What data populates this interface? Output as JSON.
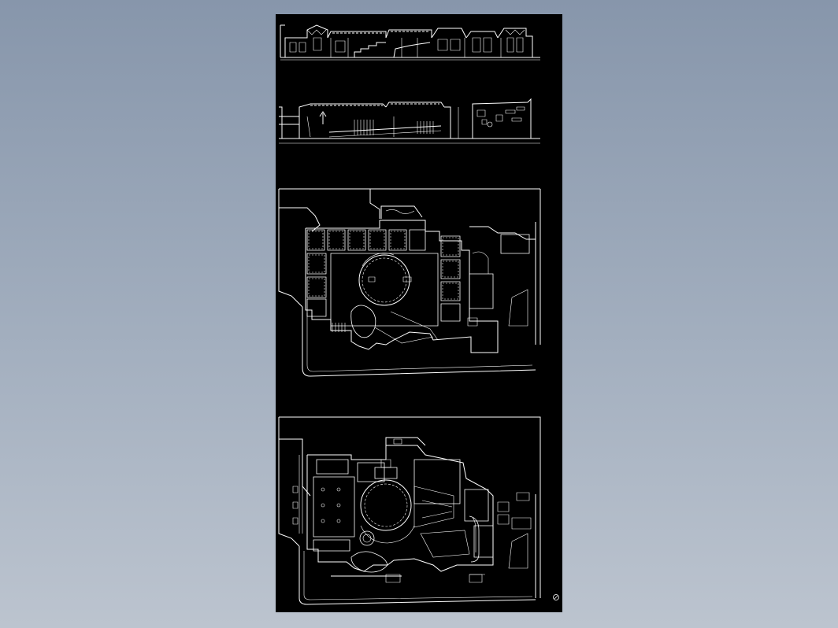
{
  "canvas": {
    "background": "#8f9cb0",
    "sheet_color": "#000000",
    "line_color": "#ffffff"
  },
  "drawings": [
    {
      "id": "elevation-1",
      "kind": "elevation"
    },
    {
      "id": "elevation-2",
      "kind": "section"
    },
    {
      "id": "plan-upper",
      "kind": "floor-plan"
    },
    {
      "id": "plan-ground",
      "kind": "floor-plan"
    }
  ],
  "north_marker": {
    "icon": "north-arrow-icon"
  }
}
